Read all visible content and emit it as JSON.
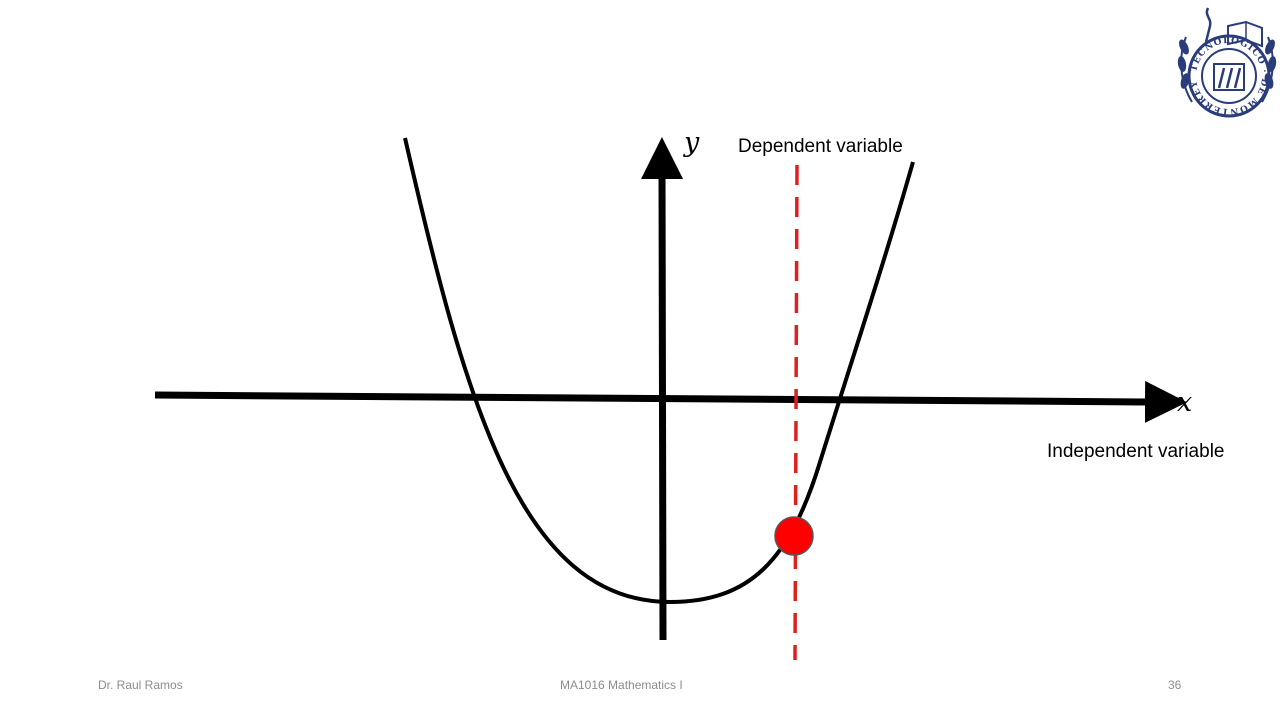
{
  "diagram": {
    "y_axis_symbol": "y",
    "x_axis_symbol": "x",
    "y_axis_description": "Dependent variable",
    "x_axis_description": "Independent variable"
  },
  "logo": {
    "text": "TECNOLÓGICO DE MONTERREY",
    "color": "#2a3c7a"
  },
  "footer": {
    "author": "Dr. Raul Ramos",
    "course": "MA1016 Mathematics I",
    "page": "36"
  },
  "colors": {
    "axis": "#000000",
    "curve": "#000000",
    "vertical_line": "#dd2020",
    "point": "#ff0000",
    "footer_text": "#8c8c8c"
  }
}
